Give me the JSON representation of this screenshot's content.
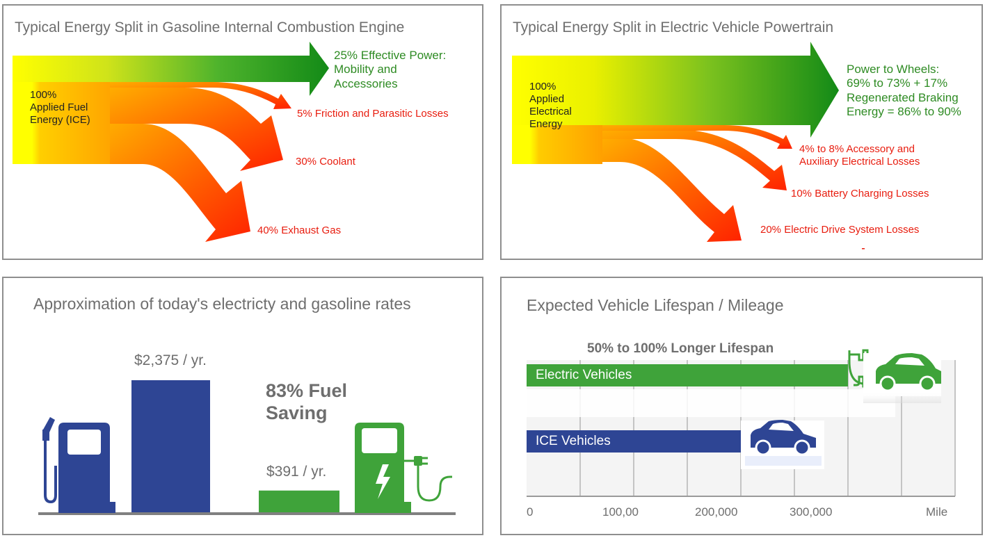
{
  "ice_panel": {
    "title": "Typical Energy Split in Gasoline Internal Combustion Engine",
    "source_label": "100%\nApplied Fuel\nEnergy (ICE)",
    "outputs": [
      {
        "label": "25% Effective Power:\nMobility and\nAccessories",
        "percent": 25
      },
      {
        "label": "5% Friction and Parasitic Losses",
        "percent": 5
      },
      {
        "label": "30% Coolant",
        "percent": 30
      },
      {
        "label": "40% Exhaust Gas",
        "percent": 40
      }
    ]
  },
  "ev_panel": {
    "title": "Typical Energy Split in Electric Vehicle Powertrain",
    "source_label": "100%\nApplied\nElectrical\nEnergy",
    "outputs": [
      {
        "label": "Power to Wheels:\n69% to 73% + 17%\nRegenerated Braking\nEnergy = 86% to 90%"
      },
      {
        "label": "4% to 8% Accessory and\nAuxiliary Electrical Losses"
      },
      {
        "label": "10% Battery Charging Losses",
        "percent": 10
      },
      {
        "label": "20% Electric Drive System Losses",
        "percent": 20
      }
    ]
  },
  "rates_panel": {
    "title": "Approximation of today's electricty and gasoline rates",
    "saving_label": "83% Fuel\nSaving",
    "bars": [
      {
        "label": "$2,375 / yr.",
        "value": 2375,
        "color": "#2e4594"
      },
      {
        "label": "$391 / yr.",
        "value": 391,
        "color": "#3fa33a"
      }
    ],
    "icons": [
      "gas-pump-icon",
      "ev-charger-icon"
    ]
  },
  "lifespan_panel": {
    "title": "Expected Vehicle Lifespan / Mileage",
    "subtitle": "50% to 100% Longer Lifespan",
    "icons": [
      "plug-icon",
      "electric-car-icon",
      "ice-car-icon"
    ]
  },
  "chart_data": [
    {
      "type": "bar",
      "title": "Approximation of today's electricty and gasoline rates",
      "categories": [
        "Gasoline",
        "Electricity"
      ],
      "values": [
        2375,
        391
      ],
      "data_labels": [
        "$2,375 / yr.",
        "$391 / yr."
      ],
      "annotation": "83% Fuel\nSaving",
      "colors": [
        "#2e4594",
        "#3fa33a"
      ]
    },
    {
      "type": "bar",
      "orientation": "horizontal",
      "title": "Expected Vehicle Lifespan / Mileage",
      "subtitle": "50% to 100% Longer Lifespan",
      "categories": [
        "Electric Vehicles",
        "ICE Vehicles"
      ],
      "values": [
        300000,
        200000
      ],
      "colors": [
        "#3fa33a",
        "#2e4594"
      ],
      "xlim": [
        0,
        400000
      ],
      "xticks": [
        0,
        50000,
        100000,
        150000,
        200000,
        250000,
        300000,
        350000,
        400000
      ],
      "xtick_labels": [
        "0",
        "100,00",
        "200,000",
        "300,000",
        "Mile"
      ],
      "grid": true
    }
  ]
}
